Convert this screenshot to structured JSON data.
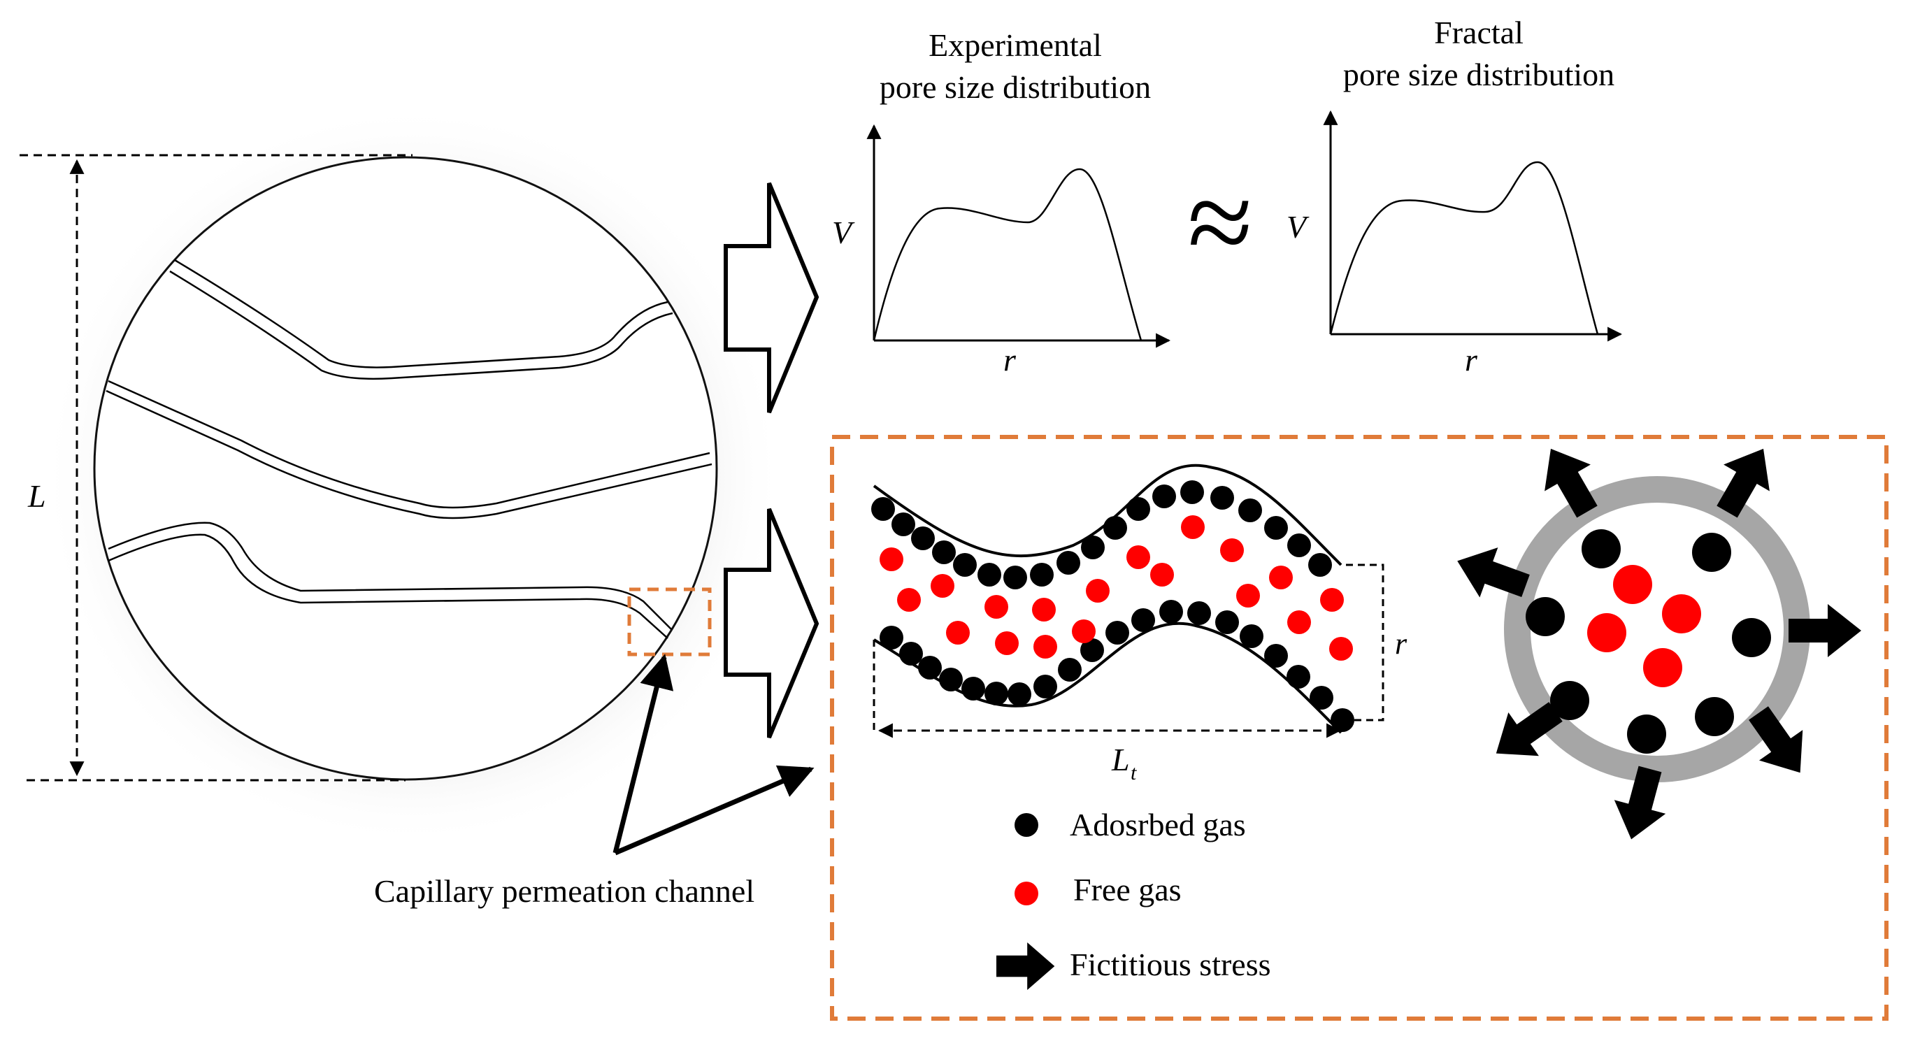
{
  "labels": {
    "length_L": "L",
    "experimental_title_line1": "Experimental",
    "experimental_title_line2": "pore size distribution",
    "fractal_title_line1": "Fractal",
    "fractal_title_line2": "pore size distribution",
    "axis_v": "V",
    "axis_r": "r",
    "approx_symbol": "≈",
    "tube_radius": "r",
    "tube_length_main": "L",
    "tube_length_sub": "t",
    "capillary_channel": "Capillary permeation channel"
  },
  "legend": {
    "adsorbed": "Adosrbed gas",
    "free": "Free gas",
    "stress": "Fictitious stress"
  },
  "colors": {
    "adsorbed_gas": "#000000",
    "free_gas": "#ff0000",
    "dashed_box": "#e07b39",
    "pore_ring": "#a6a6a6"
  },
  "icons": {
    "stress_arrow": "arrow-right-icon",
    "flow_arrow": "hollow-arrow-right-icon"
  }
}
